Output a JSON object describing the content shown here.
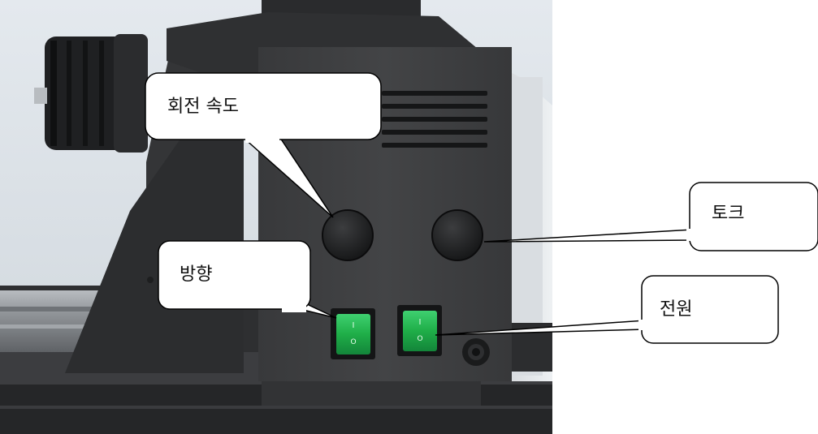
{
  "callouts": {
    "rotation_speed": "회전 속도",
    "torque": "토크",
    "direction": "방향",
    "power": "전원"
  },
  "switch_marks": {
    "on_mark": "I",
    "off_mark": "O"
  },
  "colors": {
    "switch_green": "#22b24c",
    "housing_dark": "#3a3b3d",
    "background_sky": "#d6dee5",
    "callout_border": "#000000"
  }
}
